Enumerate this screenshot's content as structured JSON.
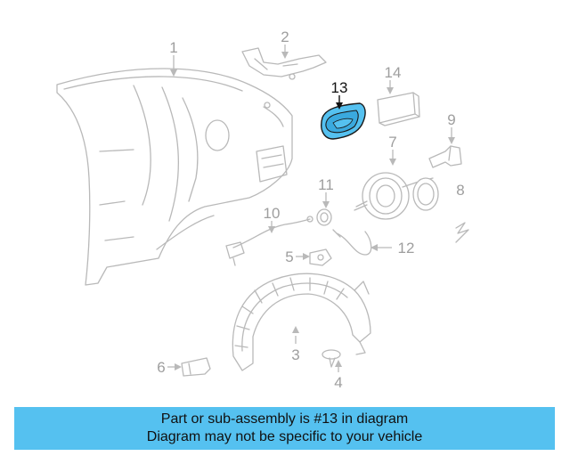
{
  "diagram": {
    "highlight_color": "#55c1f0",
    "highlight_part": "13",
    "callouts": {
      "p1": "1",
      "p2": "2",
      "p3": "3",
      "p4": "4",
      "p5": "5",
      "p6": "6",
      "p7": "7",
      "p8": "8",
      "p9": "9",
      "p10": "10",
      "p11": "11",
      "p12": "12",
      "p13": "13",
      "p14": "14"
    }
  },
  "banner": {
    "line1": "Part or sub-assembly is #13 in diagram",
    "line2": "Diagram may not be specific to your vehicle",
    "background": "#55c1f0"
  }
}
